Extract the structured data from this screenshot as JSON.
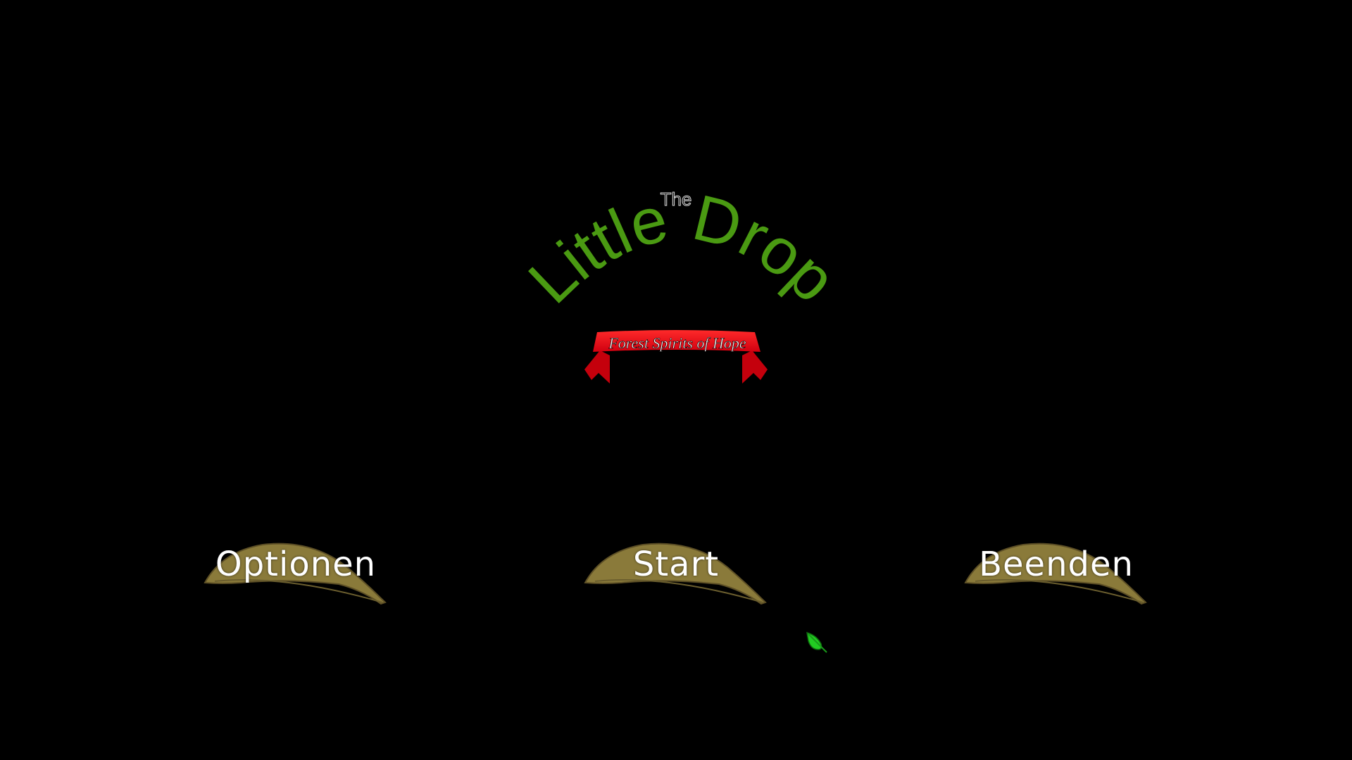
{
  "title": {
    "prefix": "The",
    "main": "Little Drop",
    "subtitle": "Forest Spirits of Hope"
  },
  "menu": {
    "options_label": "Optionen",
    "start_label": "Start",
    "quit_label": "Beenden"
  },
  "colors": {
    "background": "#000000",
    "title_green": "#4a9a12",
    "ribbon_red": "#e8101a",
    "leaf": "#8a7a3a",
    "cursor_green": "#22cc22"
  },
  "icons": {
    "button_background": "leaf-icon",
    "pointer": "leaf-cursor-icon"
  }
}
